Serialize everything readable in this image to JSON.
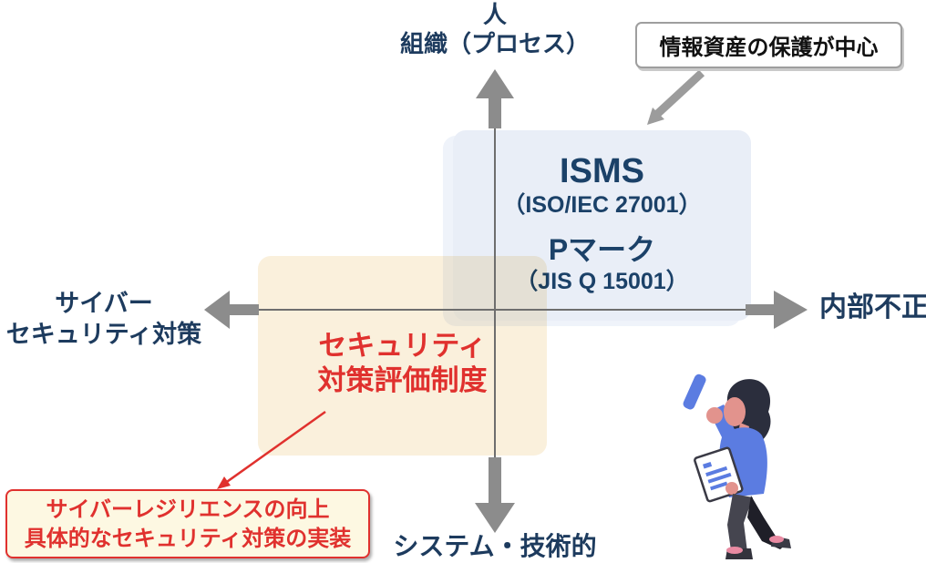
{
  "axis": {
    "top_label_line1": "人",
    "top_label_line2": "組織（プロセス）",
    "bottom_label": "システム・技術的",
    "left_label_line1": "サイバー",
    "left_label_line2": "セキュリティ対策",
    "right_label": "内部不正",
    "label_color": "#1d3b5e",
    "line_color": "#6e6e6e",
    "arrow_color": "#8c8c8c"
  },
  "isms_box": {
    "title1": "ISMS",
    "subtitle1": "（ISO/IEC 27001）",
    "title2": "Pマーク",
    "subtitle2": "（JIS Q 15001）",
    "bg_color": "#e9eef7",
    "text_color": "#1b4168"
  },
  "eval_box": {
    "line1": "セキュリティ",
    "line2": "対策評価制度",
    "bg_color": "#faf0dc",
    "text_color": "#e0312e"
  },
  "callout_top": {
    "text": "情報資産の保護が中心",
    "bg_color": "#ffffff",
    "border_color": "#9e9e9e",
    "text_color": "#111111"
  },
  "callout_bottom": {
    "line1": "サイバーレジリエンスの向上",
    "line2": "具体的なセキュリティ対策の実装",
    "bg_color": "#fdf8e2",
    "border_color": "#e0312e",
    "text_color": "#e0312e"
  },
  "person_illustration": {
    "icon": "person-with-clipboard-icon",
    "shirt_color": "#5b7ce1",
    "pants_color": "#2a2a33",
    "skin_color": "#e2938d"
  }
}
